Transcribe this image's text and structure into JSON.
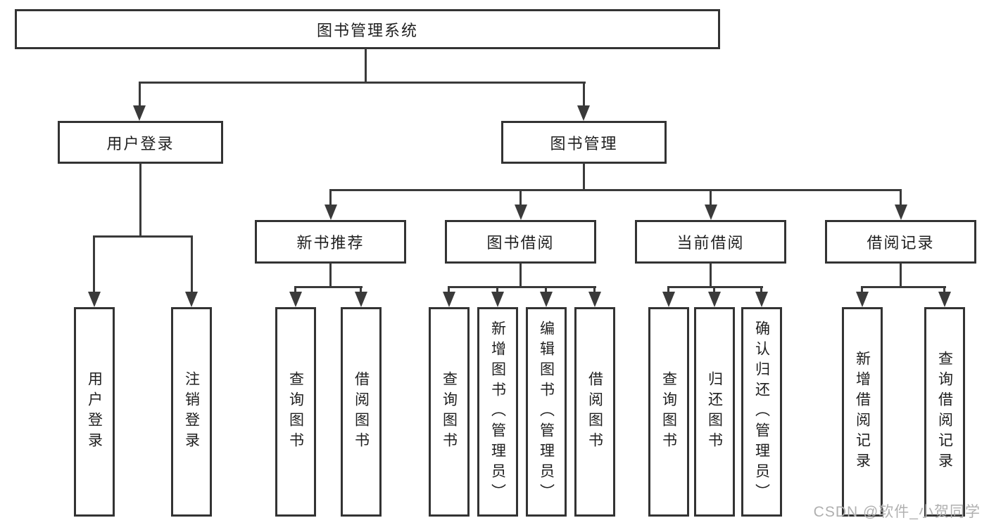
{
  "diagram": {
    "type": "hierarchy-tree",
    "nodes": {
      "root": "图书管理系统",
      "level2": [
        "用户登录",
        "图书管理"
      ],
      "level3": [
        "新书推荐",
        "图书借阅",
        "当前借阅",
        "借阅记录"
      ],
      "leaves": [
        "用户登录",
        "注销登录",
        "查询图书",
        "借阅图书",
        "查询图书",
        "新增图书（管理员）",
        "编辑图书（管理员）",
        "借阅图书",
        "查询图书",
        "归还图书",
        "确认归还（管理员）",
        "新增借阅记录",
        "查询借阅记录"
      ]
    },
    "hierarchy": {
      "图书管理系统": [
        "用户登录",
        "图书管理"
      ],
      "用户登录": [
        "用户登录",
        "注销登录"
      ],
      "图书管理": [
        "新书推荐",
        "图书借阅",
        "当前借阅",
        "借阅记录"
      ],
      "新书推荐": [
        "查询图书",
        "借阅图书"
      ],
      "图书借阅": [
        "查询图书",
        "新增图书（管理员）",
        "编辑图书（管理员）",
        "借阅图书"
      ],
      "当前借阅": [
        "查询图书",
        "归还图书",
        "确认归还（管理员）"
      ],
      "借阅记录": [
        "新增借阅记录",
        "查询借阅记录"
      ]
    },
    "colors": {
      "line": "#3a3a3a",
      "box_border": "#333333",
      "text": "#1f1f1f",
      "background": "#ffffff",
      "watermark": "#b0b0b0"
    }
  },
  "watermark": "CSDN @软件_小贺同学"
}
